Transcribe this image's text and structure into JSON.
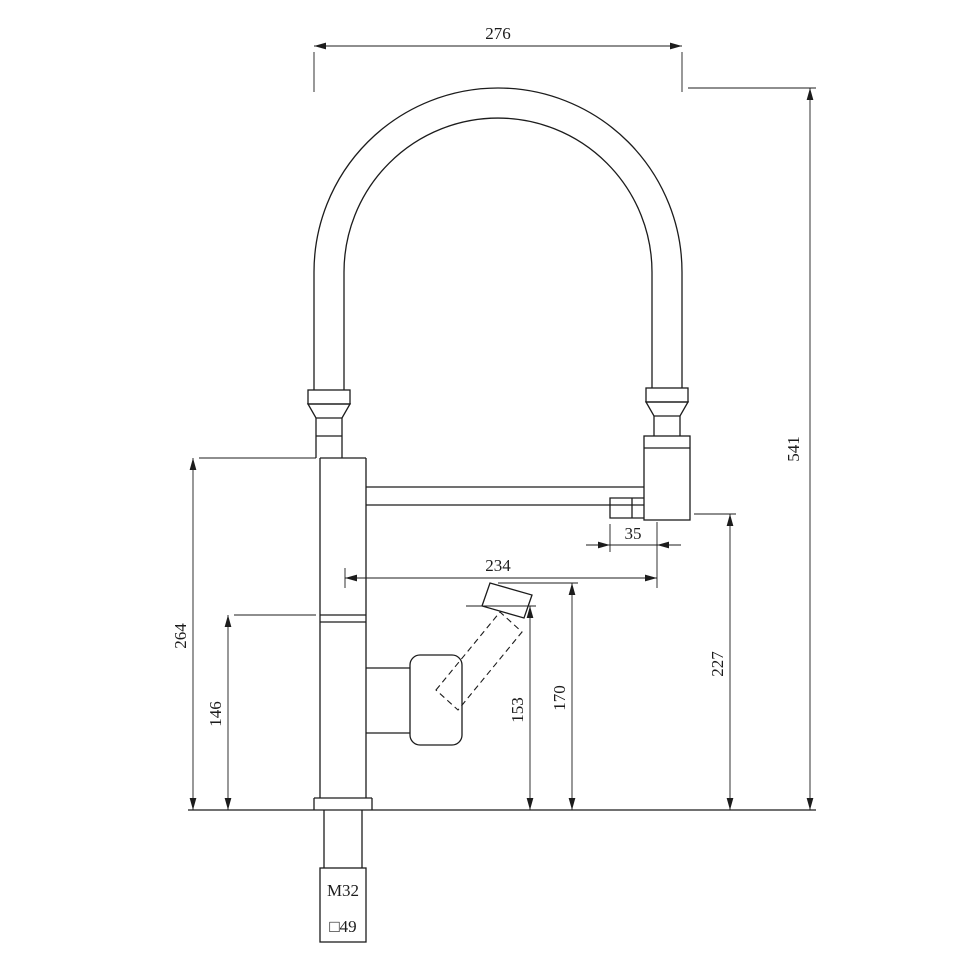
{
  "drawing": {
    "type": "faucet-technical-drawing",
    "colors": {
      "line": "#1c1c1c",
      "background": "#ffffff"
    },
    "labels": {
      "dim_276": "276",
      "dim_541": "541",
      "dim_264": "264",
      "dim_146": "146",
      "dim_234": "234",
      "dim_35": "35",
      "dim_153": "153",
      "dim_170": "170",
      "dim_227": "227",
      "thread": "M32",
      "base_square": "□49"
    }
  }
}
